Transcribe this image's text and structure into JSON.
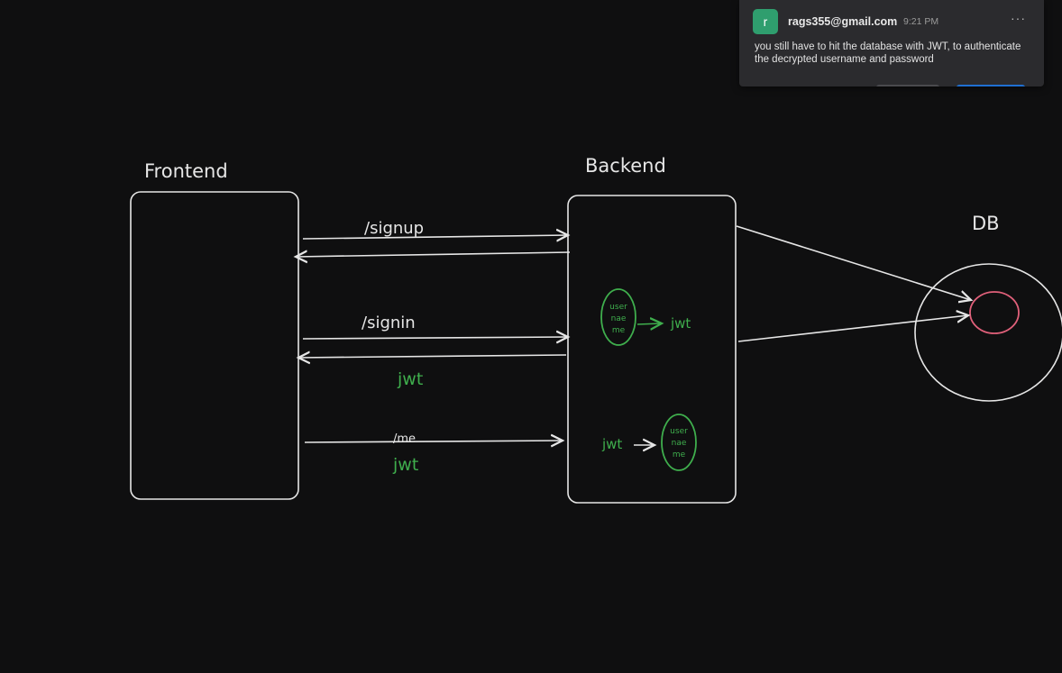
{
  "diagram": {
    "frontend_label": "Frontend",
    "backend_label": "Backend",
    "db_label": "DB",
    "routes": {
      "signup": "/signup",
      "signin": "/signin",
      "me": "/me"
    },
    "jwt_signin": "jwt",
    "jwt_me": "jwt",
    "backend_inner": {
      "jwt_out": "jwt",
      "jwt_in": "jwt",
      "username_top_lines": [
        "user",
        "nae",
        "me"
      ],
      "username_bottom_lines": [
        "user",
        "nae",
        "me"
      ]
    },
    "colors": {
      "stroke": "#e6e6e6",
      "green": "#3fae4d",
      "pink": "#e0607a"
    }
  },
  "notification": {
    "avatar_letter": "r",
    "sender": "rags355@gmail.com",
    "time": "9:21 PM",
    "more": "···",
    "message": "you still have to hit the database with JWT, to authenticate the decrypted username and password",
    "avatar_color": "#2f9e6e"
  }
}
